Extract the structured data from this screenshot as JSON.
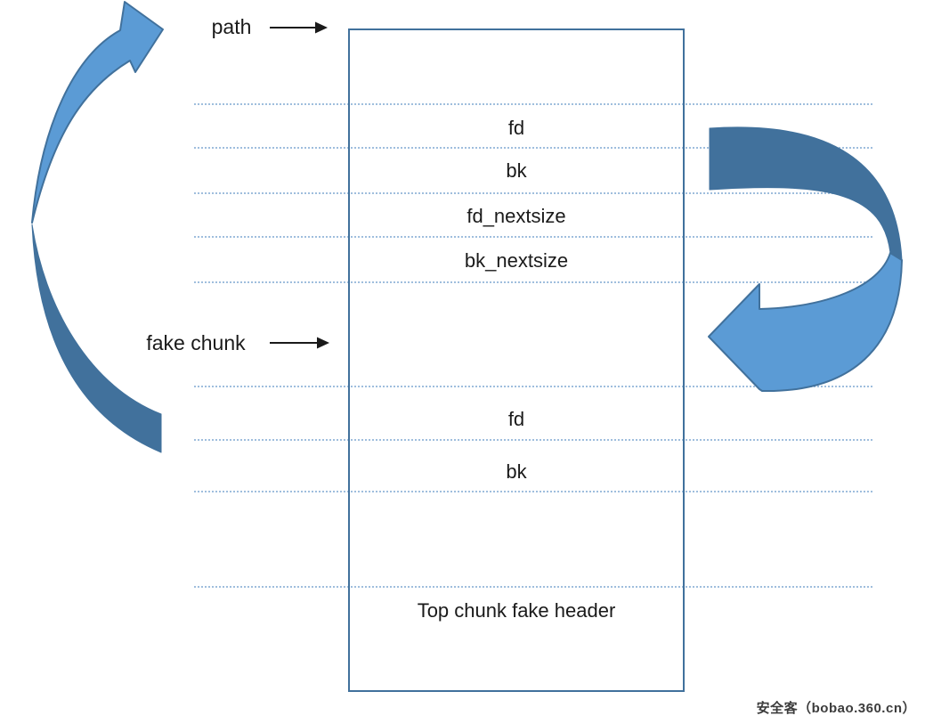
{
  "diagram": {
    "pointer_labels": {
      "path": "path",
      "fake_chunk": "fake chunk"
    },
    "chunk_box": {
      "rows": [
        {
          "label": "fd"
        },
        {
          "label": "bk"
        },
        {
          "label": "fd_nextsize"
        },
        {
          "label": "bk_nextsize"
        },
        {
          "label": "fd"
        },
        {
          "label": "bk"
        },
        {
          "label": "Top chunk fake header"
        }
      ]
    }
  },
  "watermark": "安全客（bobao.360.cn）",
  "colors": {
    "arrow_light": "#5B9BD5",
    "arrow_dark": "#41719C",
    "box_border": "#41719C",
    "dotted": "#9FBEDD",
    "text": "#1A1A1A",
    "pointer_arrow": "#1A1A1A"
  }
}
